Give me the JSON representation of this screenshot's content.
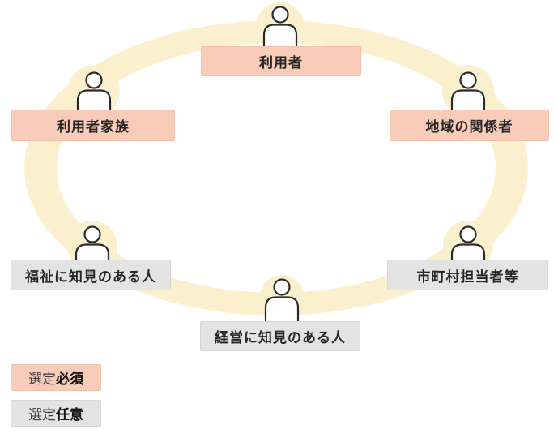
{
  "diagram": {
    "description_type": "stakeholder-circle-diagram",
    "nodes": [
      {
        "id": "user",
        "label": "利用者",
        "type": "required",
        "position": "top"
      },
      {
        "id": "user-family",
        "label": "利用者家族",
        "type": "required",
        "position": "upper-left"
      },
      {
        "id": "community-related",
        "label": "地域の関係者",
        "type": "required",
        "position": "upper-right"
      },
      {
        "id": "welfare-expert",
        "label": "福祉に知見のある人",
        "type": "optional",
        "position": "lower-left"
      },
      {
        "id": "municipal-staff",
        "label": "市町村担当者等",
        "type": "optional",
        "position": "lower-right"
      },
      {
        "id": "management-expert",
        "label": "経営に知見のある人",
        "type": "optional",
        "position": "bottom"
      }
    ],
    "legend": [
      {
        "prefix": "選定",
        "emphasis": "必須",
        "type": "required"
      },
      {
        "prefix": "選定",
        "emphasis": "任意",
        "type": "optional"
      }
    ],
    "colors": {
      "ring": "#fbf0ce",
      "inner": "#ffffff",
      "required_bg": "#f8ccb8",
      "optional_bg": "#e3e3e3",
      "icon_stroke": "#2b2b2b",
      "text": "#262626"
    },
    "icons": [
      {
        "name": "person-icon",
        "count": 6
      }
    ]
  }
}
